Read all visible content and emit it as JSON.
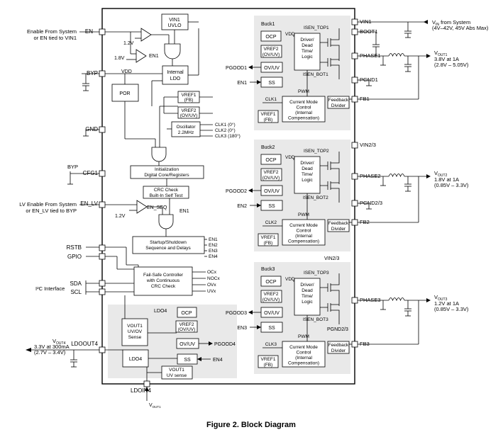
{
  "title": "Figure 2. Block Diagram",
  "left": {
    "en_sys_1": "Enable From System",
    "en_sys_2": "or EN tied to VIN1",
    "lv_sys_1": "LV Enable From System",
    "lv_sys_2": "or EN_LV tied to BYP",
    "i2c": "I²C Interface",
    "vout4_line1": "V",
    "vout4_sub": "OUT4",
    "vout4_line2": "3.3V at 300mA",
    "vout4_line3": "(2.7V – 3.4V)",
    "byp_in": "BYP"
  },
  "pins": {
    "en": "EN",
    "byp": "BYP",
    "gnd": "GND",
    "cfg1": "CFG1",
    "en_lv": "EN_LV",
    "rstb": "RSTB",
    "gpio": "GPIO",
    "sda": "SDA",
    "scl": "SCL",
    "ldoout4": "LDOOUT4",
    "ldoin4": "LDOIN4",
    "vin1": "VIN1",
    "boot1": "BOOT1",
    "phase1": "PHASE1",
    "pgnd1": "PGND1",
    "fb1": "FB1",
    "vin23": "VIN2/3",
    "phase2": "PHASE2",
    "pgnd23": "PGND2/3",
    "fb2": "FB2",
    "phase3": "PHASE3",
    "fb3": "FB3"
  },
  "core": {
    "v12": "1.2V",
    "v18": "1.8V",
    "en1": "EN1",
    "en1b": "EN1",
    "vin1_uvlo_1": "VIN1",
    "vin1_uvlo_2": "UVLO",
    "internal_ldo_1": "Internal",
    "internal_ldo_2": "LDO",
    "vdd": "VDD",
    "por": "POR",
    "vref1_1": "VREF1",
    "vref1_2": "(FB)",
    "vref2_1": "VREF2",
    "vref2_2": "(OV/UV)",
    "osc_1": "Oscillator",
    "osc_2": "2.2MHz",
    "clk1": "CLK1 (0°)",
    "clk2": "CLK2 (0°)",
    "clk3": "CLK3 (180°)",
    "init_1": "Initialization",
    "init_2": "Digital Core/Registers",
    "crc_1": "CRC Check",
    "crc_2": "Built-In Self Test",
    "en_seq": "EN_SEQ",
    "v12b": "1.2V",
    "startup_1": "Startup/Shutdown",
    "startup_2": "Sequence and Delays",
    "en_out": [
      "EN1",
      "EN2",
      "EN3",
      "EN4"
    ],
    "failsafe_1": "Fail-Safe Controller",
    "failsafe_2": "with Continuous",
    "failsafe_3": "CRC Check",
    "fs_out": [
      "OCx",
      "NOCx",
      "OVx",
      "UVx"
    ]
  },
  "ldo4": {
    "title": "LDO4",
    "ocp": "OCP",
    "vref2_1": "VREF2",
    "vref2_2": "(OV/UV)",
    "ovuv": "OV/UV",
    "pgood4": "PGOOD4",
    "ss": "SS",
    "en4": "EN4",
    "sense_1": "VOUT1",
    "sense_2": "UV/OV",
    "sense_3": "Sense",
    "ldo": "LDO4",
    "uv_1": "VOUT1",
    "uv_2": "UV sense",
    "vout1_bottom": "V",
    "vout1_bottom_sub": "OUT1"
  },
  "bucks": [
    {
      "title": "Buck1",
      "ocp": "OCP",
      "vref2_1": "VREF2",
      "vref2_2": "(OV/UV)",
      "ovuv": "OV/UV",
      "pgood": "PGOOD1",
      "ss": "SS",
      "en": "EN1",
      "vdd": "VDD",
      "isen_top": "ISEN_TOP1",
      "isen_bot": "ISEN_BOT1",
      "drv": [
        "Driver/",
        "Dead",
        "Time/",
        "Logic"
      ],
      "pwm": "PWM",
      "clk": "CLK1",
      "cm": [
        "Current Mode",
        "Control",
        "(Internal",
        "Compensation)"
      ],
      "vref1_1": "VREF1",
      "vref1_2": "(FB)",
      "fb_div": [
        "Feedback",
        "Divider"
      ]
    },
    {
      "title": "Buck2",
      "ocp": "OCP",
      "vref2_1": "VREF2",
      "vref2_2": "(OV/UV)",
      "ovuv": "OV/UV",
      "pgood": "PGOOD2",
      "ss": "SS",
      "en": "EN2",
      "vdd": "VDD",
      "isen_top": "ISEN_TOP2",
      "isen_bot": "ISEN_BOT2",
      "drv": [
        "Driver/",
        "Dead",
        "Time/",
        "Logic"
      ],
      "pwm": "PWM",
      "clk": "CLK2",
      "cm": [
        "Current Mode",
        "Control",
        "(Internal",
        "Compensation)"
      ],
      "vref1_1": "VREF1",
      "vref1_2": "(FB)",
      "fb_div": [
        "Feedback",
        "Divider"
      ]
    },
    {
      "title": "Buck3",
      "ocp": "OCP",
      "vref2_1": "VREF2",
      "vref2_2": "(OV/UV)",
      "ovuv": "OV/UV",
      "pgood": "PGOOD3",
      "ss": "SS",
      "en": "EN3",
      "vdd": "VDD",
      "isen_top": "ISEN_TOP3",
      "isen_bot": "ISEN_BOT3",
      "drv": [
        "Driver/",
        "Dead",
        "Time/",
        "Logic"
      ],
      "pwm": "PWM",
      "clk": "CLK3",
      "cm": [
        "Current Mode",
        "Control",
        "(Internal",
        "Compensation)"
      ],
      "vref1_1": "VREF1",
      "vref1_2": "(FB)",
      "fb_div": [
        "Feedback",
        "Divider"
      ]
    }
  ],
  "right": {
    "vin_sys_1": "V",
    "vin_sys_sub": "IN",
    "vin_sys_1b": " from System",
    "vin_sys_2": "(4V–42V, 45V Abs Max)",
    "vout1_1": "V",
    "vout1_sub": "OUT1",
    "vout1_2": "3.8V at 1A",
    "vout1_3": "(2.8V – 5.05V)",
    "vout2_1": "V",
    "vout2_sub": "OUT2",
    "vout2_2": "1.8V at 1A",
    "vout2_3": "(0.85V – 3.3V)",
    "vout3_1": "V",
    "vout3_sub": "OUT3",
    "vout3_2": "1.2V at 1A",
    "vout3_3": "(0.85V – 3.3V)",
    "vin23_label": "VIN2/3",
    "pgnd23_label": "PGND2/3"
  }
}
